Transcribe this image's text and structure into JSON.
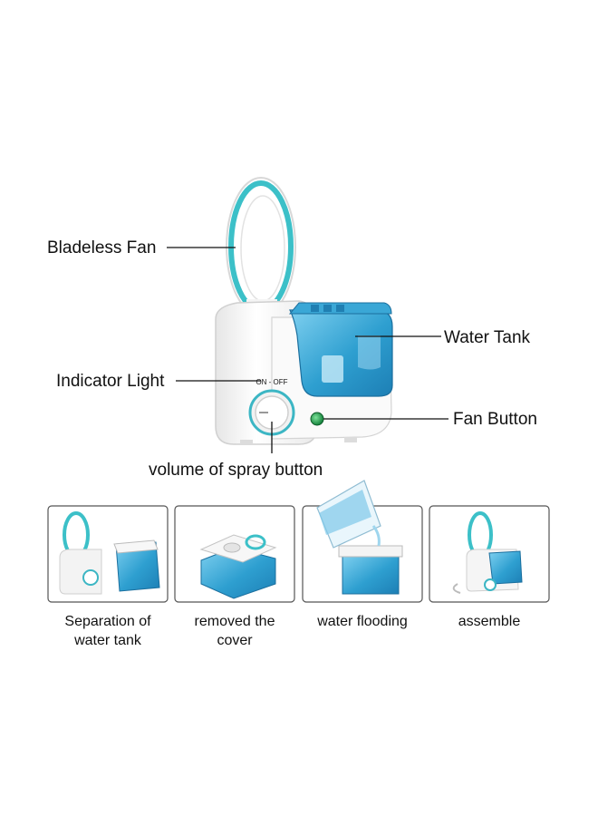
{
  "callouts": {
    "bladeless_fan": "Bladeless Fan",
    "water_tank": "Water Tank",
    "indicator_light": "Indicator Light",
    "fan_button": "Fan Button",
    "spray_button": "volume of spray button"
  },
  "switch_marking": "ON - OFF",
  "steps": [
    {
      "lines": [
        "Separation of",
        "water tank"
      ]
    },
    {
      "lines": [
        "removed the",
        "cover"
      ]
    },
    {
      "lines": [
        "water flooding"
      ]
    },
    {
      "lines": [
        "assemble"
      ]
    }
  ],
  "colors": {
    "tank_blue": "#2e9fd0",
    "ring_teal": "#3cc0c8",
    "indicator_green": "#1fa64a",
    "body_white": "#f7f7f7"
  }
}
